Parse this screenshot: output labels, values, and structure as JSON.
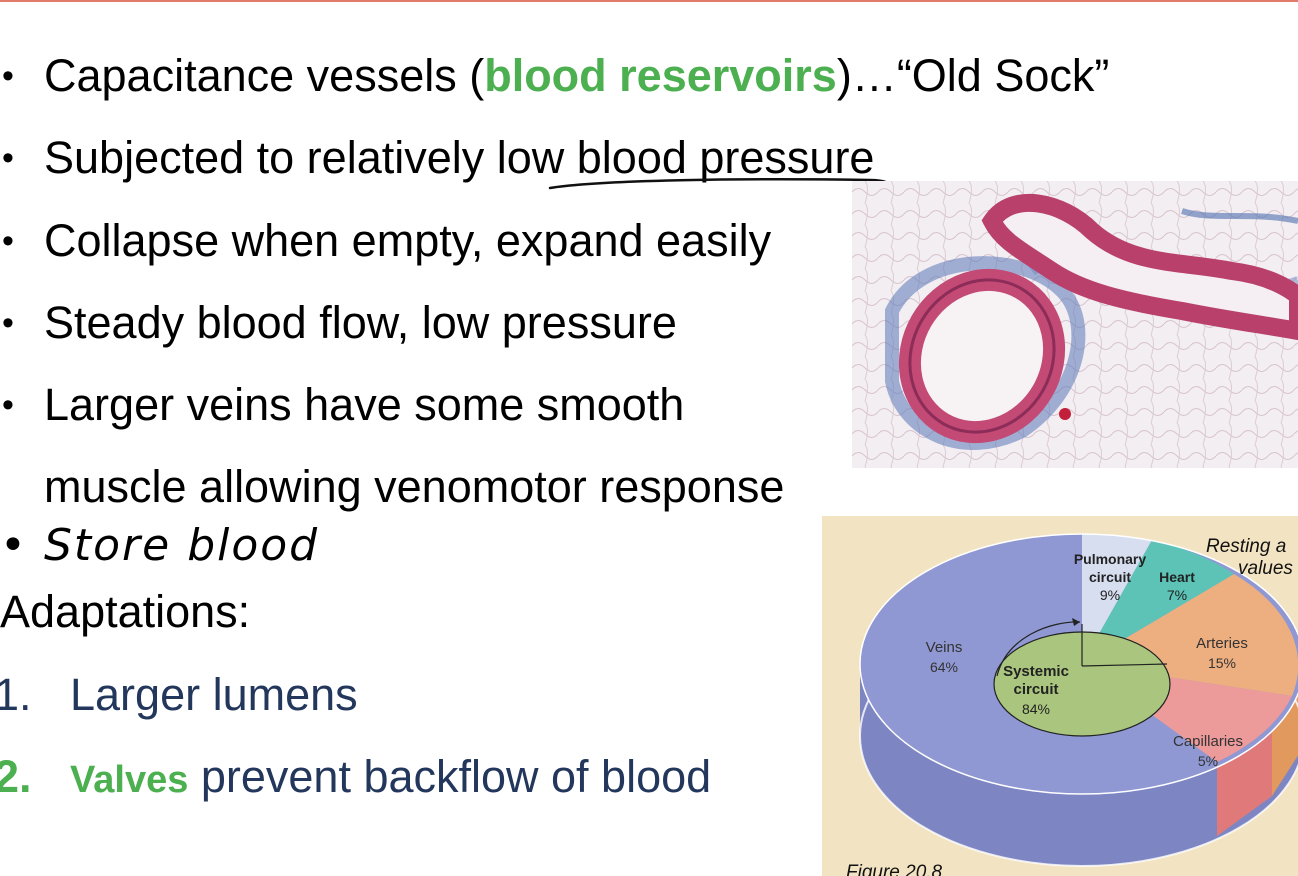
{
  "bullets": [
    {
      "pre": "Capacitance vessels (",
      "highlight": "blood reservoirs",
      "post": ")…“Old Sock”"
    },
    {
      "text": "Subjected to relatively low blood pressure"
    },
    {
      "text": "Collapse when empty, expand easily"
    },
    {
      "text": "Steady blood flow, low pressure"
    },
    {
      "text": "Larger veins have some smooth"
    }
  ],
  "bullet_continuation": "muscle allowing venomotor response",
  "handwritten_note": "• Store blood",
  "adaptations_heading": "Adaptations:",
  "adaptations": [
    {
      "num": "1.",
      "text": "Larger lumens"
    },
    {
      "num": "2.",
      "highlight": "Valves",
      "text": " prevent backflow of blood"
    }
  ],
  "figure": {
    "resting_label_line1": "Resting a",
    "resting_label_line2": "values",
    "caption": "Figure 20.8",
    "slices": [
      {
        "name": "Veins",
        "pct": "64%",
        "color": "#8f98d2"
      },
      {
        "name": "Pulmonary circuit",
        "line1": "Pulmonary",
        "line2": "circuit",
        "pct": "9%",
        "color": "#d6def0"
      },
      {
        "name": "Heart",
        "pct": "7%",
        "color": "#5cc3b6"
      },
      {
        "name": "Arteries",
        "pct": "15%",
        "color": "#eeaf80"
      },
      {
        "name": "Capillaries",
        "pct": "5%",
        "color": "#ec9a9a"
      }
    ],
    "systemic": {
      "line1": "Systemic",
      "line2": "circuit",
      "pct": "84%",
      "color": "#a9c57e"
    }
  },
  "colors": {
    "accent_green": "#4caf50",
    "navy": "#23375c",
    "topline": "#e07a6a"
  }
}
